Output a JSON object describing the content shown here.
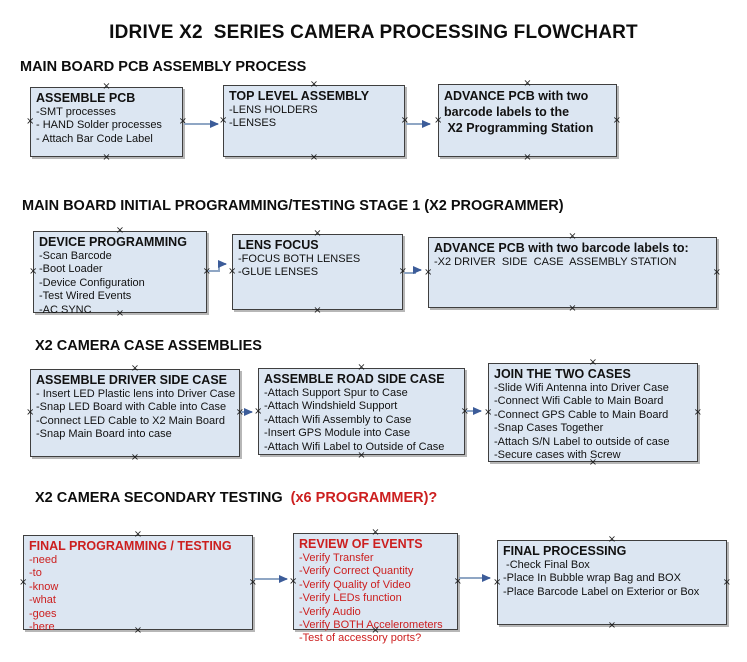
{
  "title": "IDRIVE X2  SERIES CAMERA PROCESSING FLOWCHART",
  "marker_glyph": "×",
  "colors": {
    "box_fill": "#dce6f2",
    "box_border": "#3f3f3f",
    "arrow_line": "#8fa6c4",
    "arrow_head": "#3c5c99",
    "red_text": "#cc1f1f",
    "black_text": "#111111"
  },
  "sections": [
    {
      "heading": "MAIN BOARD PCB ASSEMBLY PROCESS",
      "boxes": [
        {
          "title": "ASSEMBLE PCB",
          "lines": [
            "-SMT processes",
            "- HAND Solder processes",
            "- Attach Bar Code Label"
          ]
        },
        {
          "title": "TOP LEVEL ASSEMBLY",
          "lines": [
            "-LENS HOLDERS",
            "-LENSES"
          ]
        },
        {
          "title": "ADVANCE PCB with two\nbarcode labels to the\n X2 Programming Station",
          "lines": []
        }
      ]
    },
    {
      "heading": "MAIN BOARD INITIAL PROGRAMMING/TESTING STAGE 1 (X2 PROGRAMMER)",
      "boxes": [
        {
          "title": "DEVICE PROGRAMMING",
          "lines": [
            "-Scan Barcode",
            "-Boot Loader",
            "-Device Configuration",
            "-Test Wired Events",
            "-AC SYNC"
          ]
        },
        {
          "title": "LENS FOCUS",
          "lines": [
            "-FOCUS BOTH LENSES",
            "-GLUE LENSES"
          ]
        },
        {
          "title": "ADVANCE PCB with two barcode labels to:",
          "lines": [
            "-X2 DRIVER  SIDE  CASE  ASSEMBLY STATION"
          ]
        }
      ]
    },
    {
      "heading": "X2 CAMERA CASE ASSEMBLIES",
      "boxes": [
        {
          "title": "ASSEMBLE DRIVER SIDE CASE",
          "lines": [
            "- Insert LED Plastic lens into Driver Case",
            "-Snap LED Board with Cable into Case",
            "-Connect LED Cable to X2 Main Board",
            "-Snap Main Board into case"
          ]
        },
        {
          "title": "ASSEMBLE ROAD SIDE CASE",
          "lines": [
            "-Attach Support Spur to Case",
            "-Attach Windshield Support",
            "-Attach Wifi Assembly to Case",
            "-Insert GPS Module into Case",
            "-Attach Wifi Label to Outside of Case"
          ]
        },
        {
          "title": "JOIN THE TWO CASES",
          "lines": [
            "-Slide Wifi Antenna into Driver Case",
            "-Connect Wifi Cable to Main Board",
            "-Connect GPS Cable to Main Board",
            "-Snap Cases Together",
            "-Attach S/N Label to outside of case",
            "-Secure cases with Screw"
          ]
        }
      ]
    },
    {
      "heading": "X2 CAMERA SECONDARY TESTING ",
      "heading_accent": " (x6 PROGRAMMER)?",
      "boxes": [
        {
          "title": "FINAL PROGRAMMING / TESTING",
          "lines": [
            "-need",
            "-to",
            "-know",
            "-what",
            "-goes",
            "-here"
          ]
        },
        {
          "title": "REVIEW OF EVENTS",
          "lines": [
            "-Verify Transfer",
            "-Verify Correct Quantity",
            "-Verify Quality of Video",
            "-Verify LEDs function",
            "-Verify Audio",
            "-Verify BOTH Accelerometers",
            "-Test of accessory ports?"
          ]
        },
        {
          "title": "FINAL PROCESSING",
          "lines": [
            " -Check Final Box",
            "-Place In Bubble wrap Bag and BOX",
            "-Place Barcode Label on Exterior or Box"
          ]
        }
      ]
    }
  ]
}
